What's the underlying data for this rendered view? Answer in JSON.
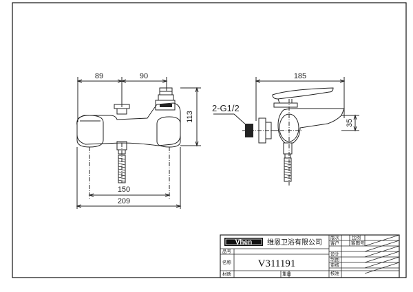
{
  "dimensions": {
    "left_width": "89",
    "right_width": "90",
    "height": "113",
    "inner_width": "150",
    "total_width": "209",
    "side_length": "185",
    "side_height": "35",
    "thread_spec": "2-G1/2"
  },
  "title_block": {
    "brand": "Vhen",
    "company": "维恩卫浴有限公司",
    "model": "V311191",
    "labels": {
      "version": "版次",
      "client": "客户",
      "design": "设计",
      "drafting": "制图",
      "review": "审核",
      "approval": "核准",
      "ratio": "比例",
      "client_code": "客图号",
      "item_no": "品号",
      "name": "名称",
      "material": "材质",
      "weight": "重量"
    }
  }
}
